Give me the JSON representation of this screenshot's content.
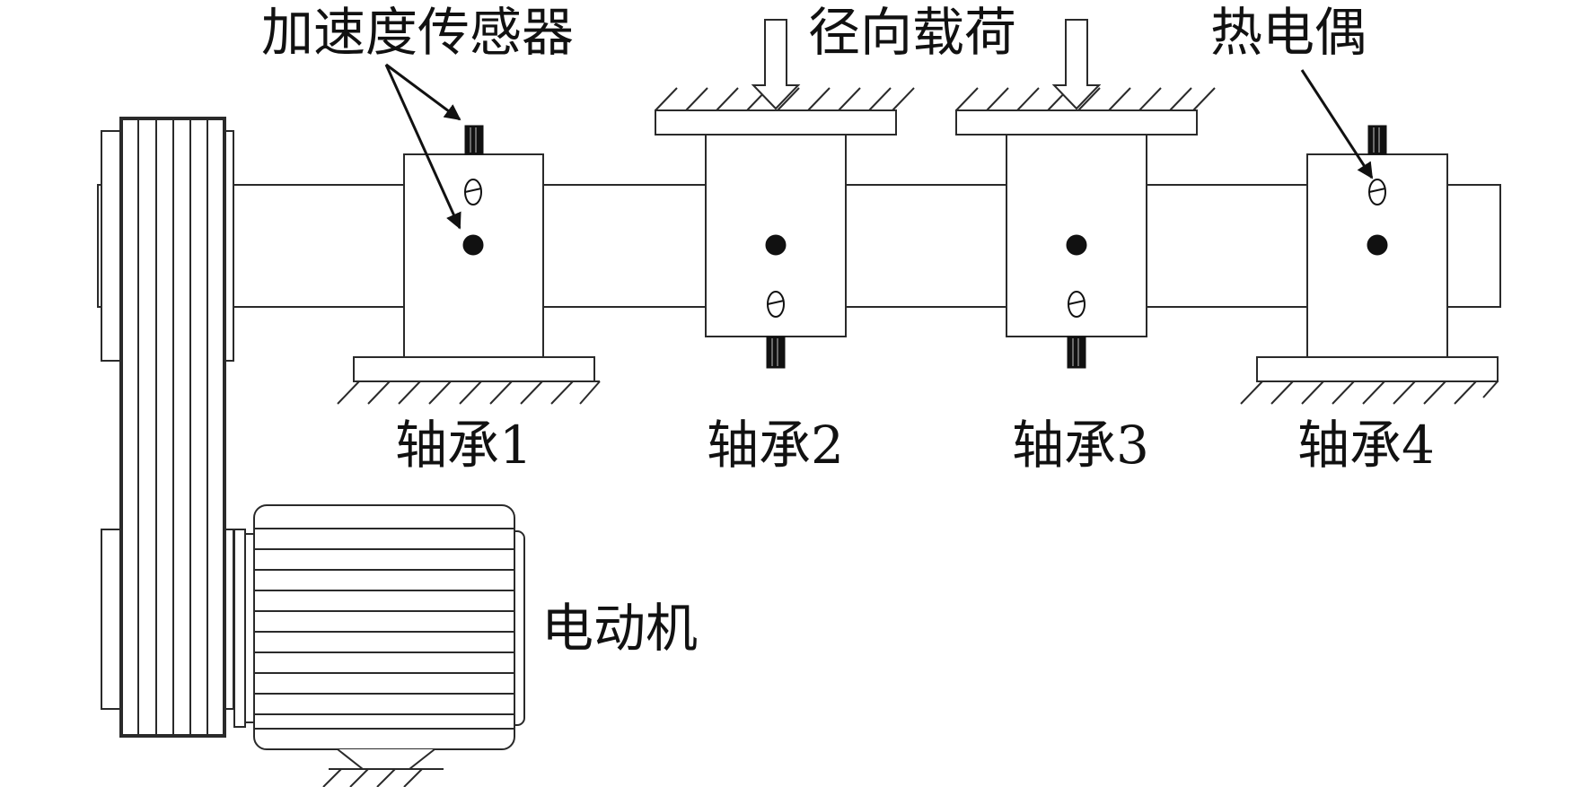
{
  "labels": {
    "accelerometer": "加速度传感器",
    "radial_load": "径向载荷",
    "thermocouple": "热电偶",
    "motor": "电动机",
    "bearings": [
      "轴承1",
      "轴承2",
      "轴承3",
      "轴承4"
    ]
  },
  "colors": {
    "line": "#2a2a2a",
    "sensor": "#111111",
    "background": "#ffffff"
  }
}
